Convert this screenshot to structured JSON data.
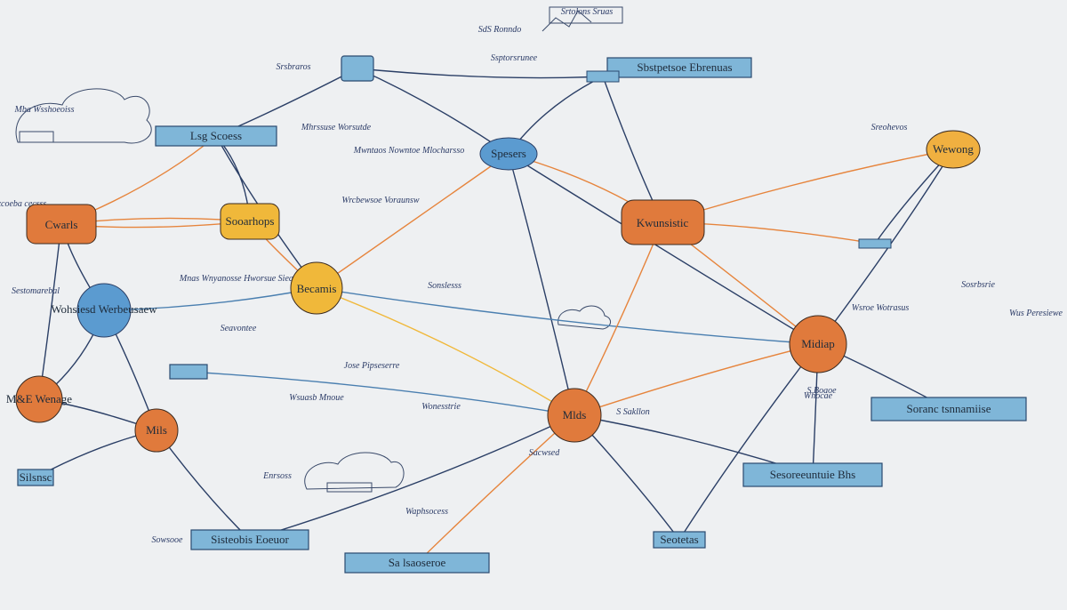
{
  "colors": {
    "background": "#eef0f2",
    "orange": "#e07a3c",
    "yellow": "#f0b83a",
    "blue": "#5b9bd0",
    "box_blue": "#7fb6d8",
    "edge_dark": "#2b3f66",
    "edge_orange": "#e6843c",
    "edge_blue": "#4a7fb0"
  },
  "nodes": [
    {
      "key": "cw",
      "label": "Cwarls",
      "color": "orange"
    },
    {
      "key": "sv",
      "label": "Sooarhops",
      "color": "yellow"
    },
    {
      "key": "ce",
      "label": "Becamis",
      "color": "yellow"
    },
    {
      "key": "sp",
      "label": "Spesers",
      "color": "blue"
    },
    {
      "key": "kn",
      "label": "Kwunsistic",
      "color": "orange"
    },
    {
      "key": "tr",
      "label": "Wewong",
      "color": "orange"
    },
    {
      "key": "lb",
      "label": "Wohsiesd Werbeusaew",
      "color": "blue"
    },
    {
      "key": "wm",
      "label": "M&E Wenage",
      "color": "orange"
    },
    {
      "key": "mu",
      "label": "Mils",
      "color": "orange"
    },
    {
      "key": "md",
      "label": "Midiap",
      "color": "orange"
    },
    {
      "key": "bt",
      "label": "Mlds",
      "color": "orange"
    }
  ],
  "boxes": [
    {
      "key": "b1",
      "label": "Lsg Scoess"
    },
    {
      "key": "b2",
      "label": "Sbstpetsoe Ebrenuas"
    },
    {
      "key": "b3",
      "label": "Soranc tsnnamiise"
    },
    {
      "key": "b4",
      "label": "Sesoreeuntuie Bhs"
    },
    {
      "key": "b5",
      "label": "Sisteobis Eoeuor"
    },
    {
      "key": "b6",
      "label": "Sa lsaoseroe"
    },
    {
      "key": "b7",
      "label": "Silsnsc"
    },
    {
      "key": "b8",
      "label": "Seotetas"
    },
    {
      "key": "b9",
      "label": ""
    }
  ],
  "annotations": [
    {
      "key": "a1",
      "text": "SdS Ronndo"
    },
    {
      "key": "a2",
      "text": "Ssptorsrunee"
    },
    {
      "key": "a3",
      "text": "Srsbraros"
    },
    {
      "key": "a4",
      "text": "Mhrssuse Worsutde"
    },
    {
      "key": "a5",
      "text": "Wrcbewsoe Voraunsw"
    },
    {
      "key": "a6",
      "text": "Mwntaos Nowntoe Mlocharsso"
    },
    {
      "key": "a7",
      "text": "Sonslesss"
    },
    {
      "key": "a8",
      "text": "Mnas Wnyanosse Hworsue Sieaaet"
    },
    {
      "key": "a9",
      "text": "Jose Pipseserre"
    },
    {
      "key": "a10",
      "text": "Wonesstrie"
    },
    {
      "key": "a11",
      "text": "Seavontee"
    },
    {
      "key": "a12",
      "text": "Wsuasb Mnoue"
    },
    {
      "key": "a13",
      "text": "Sreohevos"
    },
    {
      "key": "a14",
      "text": "Mba Wsshoeoiss"
    },
    {
      "key": "a15",
      "text": "Sxcoeba cecsss"
    },
    {
      "key": "a16",
      "text": "Sestomarebal"
    },
    {
      "key": "a17",
      "text": "Whocae"
    },
    {
      "key": "a18",
      "text": "S Boaoe"
    },
    {
      "key": "a19",
      "text": "Enrsoss"
    },
    {
      "key": "a20",
      "text": "Sowsooe"
    },
    {
      "key": "a21",
      "text": "Waphsocess"
    },
    {
      "key": "a22",
      "text": "Wsroe Wotrasus"
    },
    {
      "key": "a23",
      "text": "Wus Peresiewe"
    },
    {
      "key": "a24",
      "text": "Sosrbsrie"
    },
    {
      "key": "a25",
      "text": "S Sakllon"
    },
    {
      "key": "a26",
      "text": "Sacwsed"
    },
    {
      "key": "a27",
      "text": "Srtolons Sruas"
    }
  ]
}
